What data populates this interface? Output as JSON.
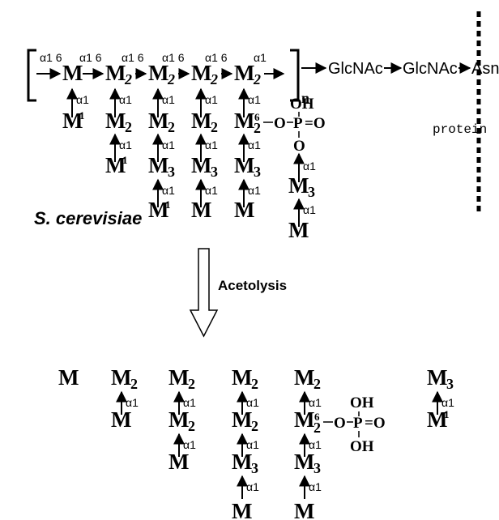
{
  "sugar": {
    "M": "M",
    "s2": "2",
    "s3": "3",
    "s6": "6",
    "n": "n"
  },
  "linkage": {
    "a16": "α1 6",
    "a1": "α1",
    "alpha": "α",
    "one": "1"
  },
  "phosphate": {
    "P": "P",
    "O": "O",
    "OH": "OH",
    "dash": "–",
    "dbl": "=O"
  },
  "reducing_end": {
    "glcnac1": "GlcNAc",
    "glcnac2": "GlcNAc",
    "asn": "Asn",
    "protein": "protein"
  },
  "organism": "S. cerevisiae",
  "process": "Acetolysis"
}
